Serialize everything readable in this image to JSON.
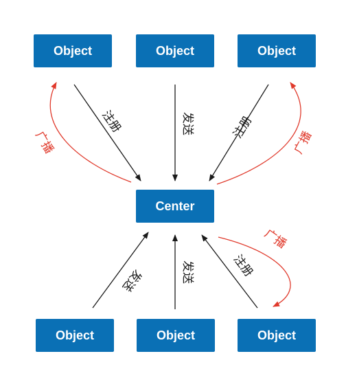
{
  "nodes": {
    "object": "Object",
    "center": "Center"
  },
  "labels": {
    "register": "注册",
    "send": "发送",
    "broadcast": "广播"
  },
  "colors": {
    "box": "#0a70b5",
    "arrow": "#1a1a1a",
    "broadcast": "#e03a2c"
  }
}
